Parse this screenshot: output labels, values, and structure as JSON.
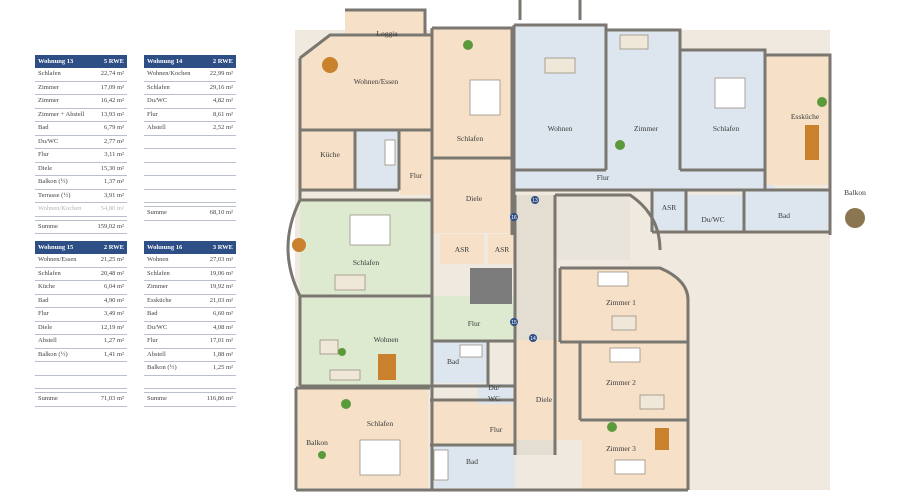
{
  "tables": [
    {
      "unit": "Wohnung 13",
      "type": "5 RWE",
      "rows": [
        [
          "Schlafen",
          "22,74 m²"
        ],
        [
          "Zimmer",
          "17,09 m²"
        ],
        [
          "Zimmer",
          "16,42 m²"
        ],
        [
          "Zimmer + Abstell",
          "13,93 m²"
        ],
        [
          "Bad",
          "6,79 m²"
        ],
        [
          "Du/WC",
          "2,77 m²"
        ],
        [
          "Flur",
          "3,11 m²"
        ],
        [
          "Diele",
          "15,30 m²"
        ],
        [
          "Balkon (½)",
          "1,37 m²"
        ],
        [
          "Terrasse (½)",
          "3,91 m²"
        ]
      ],
      "faded": [
        "Wohnen/Kochen",
        "54,80 m²"
      ],
      "sum": [
        "Summe",
        "159,02 m²"
      ]
    },
    {
      "unit": "Wohnung 14",
      "type": "2 RWE",
      "rows": [
        [
          "Wohnen/Kochen",
          "22,99 m²"
        ],
        [
          "Schlafen",
          "29,16 m²"
        ],
        [
          "Du/WC",
          "4,82 m²"
        ],
        [
          "Flur",
          "8,61 m²"
        ],
        [
          "Abstell",
          "2,52 m²"
        ]
      ],
      "sum": [
        "Summe",
        "68,10 m²"
      ]
    },
    {
      "unit": "Wohnung 15",
      "type": "2 RWE",
      "rows": [
        [
          "Wohnen/Essen",
          "21,25 m²"
        ],
        [
          "Schlafen",
          "20,48 m²"
        ],
        [
          "Küche",
          "6,04 m²"
        ],
        [
          "Bad",
          "4,90 m²"
        ],
        [
          "Flur",
          "3,49 m²"
        ],
        [
          "Diele",
          "12,19 m²"
        ],
        [
          "Abstell",
          "1,27 m²"
        ],
        [
          "Balkon (½)",
          "1,41 m²"
        ]
      ],
      "sum": [
        "Summe",
        "71,03 m²"
      ]
    },
    {
      "unit": "Wohnung 16",
      "type": "3 RWE",
      "rows": [
        [
          "Wohnen",
          "27,03 m²"
        ],
        [
          "Schlafen",
          "19,06 m²"
        ],
        [
          "Zimmer",
          "19,92 m²"
        ],
        [
          "Essküche",
          "21,03 m²"
        ],
        [
          "Bad",
          "6,60 m²"
        ],
        [
          "Du/WC",
          "4,08 m²"
        ],
        [
          "Flur",
          "17,01 m²"
        ],
        [
          "Abstell",
          "1,88 m²"
        ],
        [
          "Balkon (½)",
          "1,25 m²"
        ]
      ],
      "sum": [
        "Summe",
        "116,86 m²"
      ]
    }
  ],
  "rooms": {
    "loggia": "Loggia",
    "wohnen_essen": "Wohnen/Essen",
    "schlafen_top": "Schlafen",
    "kueche": "Küche",
    "flur_left": "Flur",
    "diele_left": "Diele",
    "wohnen_top": "Wohnen",
    "zimmer_top": "Zimmer",
    "schlafen_right": "Schlafen",
    "esskueche": "Essküche",
    "flur_top": "Flur",
    "asr_right": "ASR",
    "duwc_right": "Du/WC",
    "bad_right": "Bad",
    "balkon_right": "Balkon",
    "schlafen_mid": "Schlafen",
    "asr_a": "ASR",
    "asr_b": "ASR",
    "wohnen_mid": "Wohnen",
    "flur_mid": "Flur",
    "bad_mid": "Bad",
    "duwc_mid1": "Du/",
    "duwc_mid2": "WC",
    "zimmer1": "Zimmer 1",
    "zimmer2": "Zimmer 2",
    "diele_bottom": "Diele",
    "zimmer3": "Zimmer 3",
    "schlafen_bottom": "Schlafen",
    "balkon_left": "Balkon",
    "flur_bottom": "Flur",
    "bad_bottom": "Bad"
  },
  "unit_markers": [
    "13",
    "14",
    "15",
    "16"
  ],
  "colors": {
    "header": "#2d4f86",
    "blue": "#dde6ef",
    "orange": "#f6e1c8",
    "green": "#ddead0",
    "wall": "#7a7670"
  }
}
